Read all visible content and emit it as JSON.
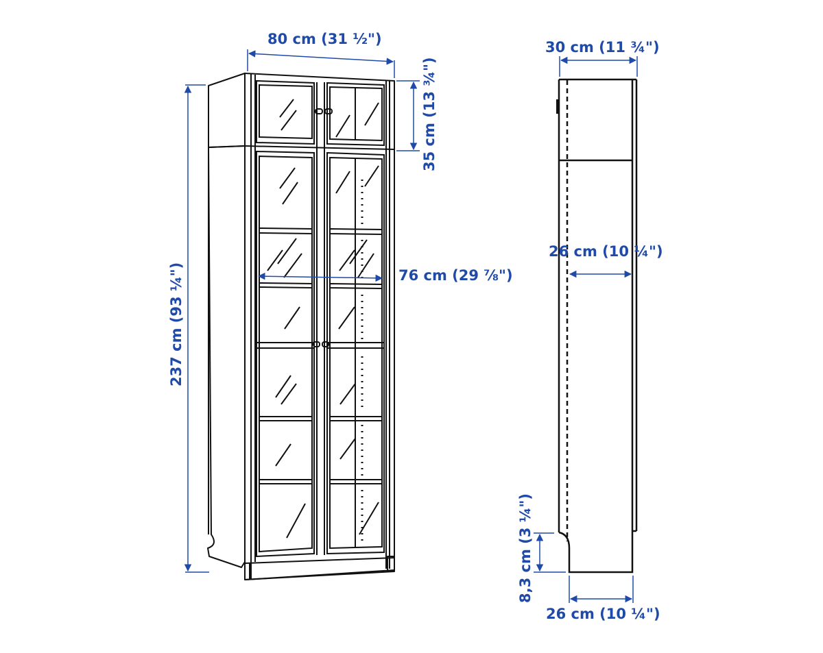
{
  "diagram": {
    "type": "furniture-dimension-drawing",
    "subject": "Tall bookcase with glass doors and top extension unit",
    "colors": {
      "dimension": "#1f4aa8",
      "outline": "#111111",
      "background": "#ffffff"
    },
    "views": {
      "front": {
        "label": "front-perspective-view",
        "dimensions": {
          "total_width": "80 cm (31 ½\")",
          "top_unit_height": "35 cm (13 ¾\")",
          "inner_width": "76 cm (29 ⅞\")",
          "total_height": "237 cm (93 ¼\")"
        },
        "door_rows": 2,
        "doors_per_row": 2,
        "shelves_visible": 6
      },
      "side": {
        "label": "side-view",
        "dimensions": {
          "total_depth": "30 cm (11 ¾\")",
          "inner_depth": "26 cm (10 ¼\")",
          "plinth_height": "8,3 cm (3 ¼\")",
          "base_depth": "26 cm (10 ¼\")"
        }
      }
    }
  }
}
